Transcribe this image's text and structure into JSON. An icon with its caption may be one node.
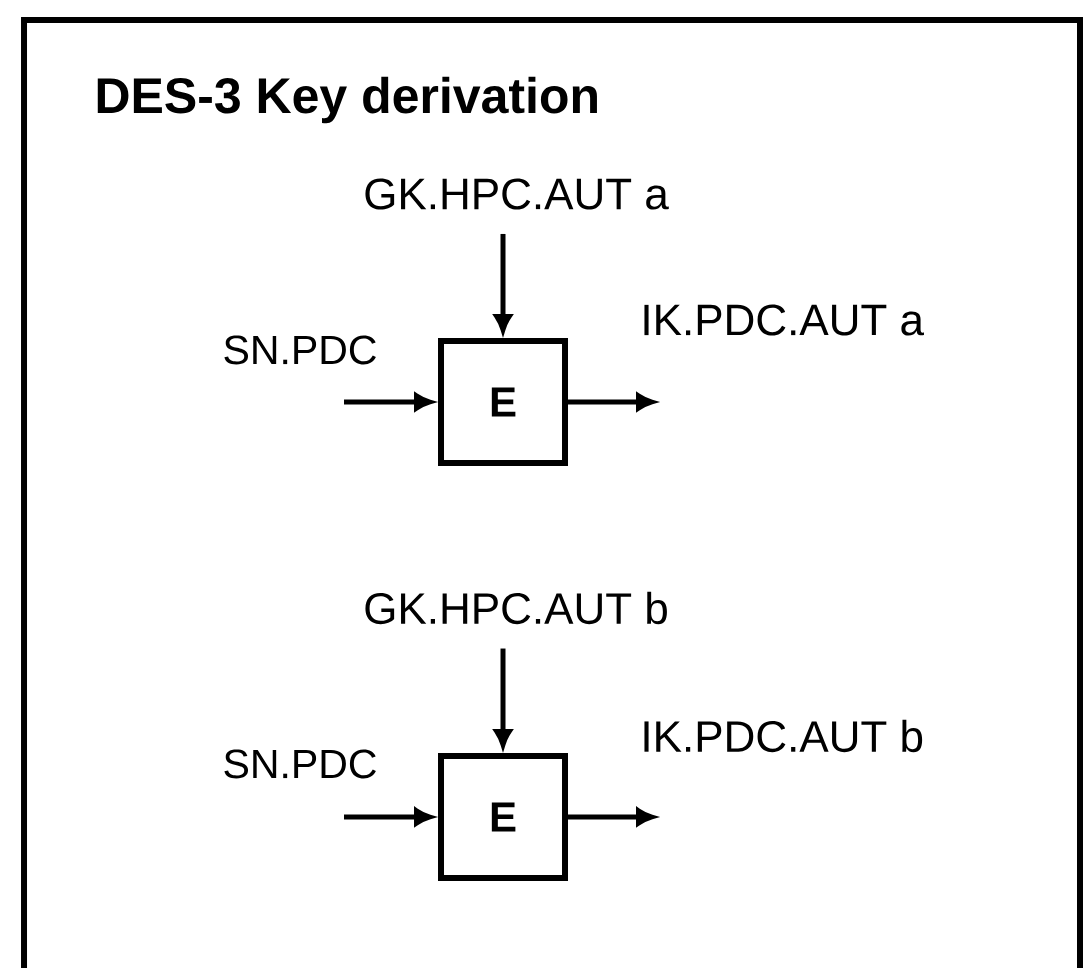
{
  "diagram": {
    "title": "DES-3 Key derivation",
    "nodes": [
      {
        "text": [
          "GK.HPC.AUT a"
        ]
      },
      {
        "text": [
          "IK.PDC.AUT a"
        ]
      },
      {
        "text": [
          "SN.PDC"
        ]
      },
      {
        "text": [
          "E"
        ]
      },
      {
        "text": [
          "GK.HPC.AUT b"
        ]
      },
      {
        "text": [
          "IK.PDC.AUT b"
        ]
      },
      {
        "text": [
          "SN.PDC"
        ]
      },
      {
        "text": [
          "E"
        ]
      }
    ],
    "edges": [
      {
        "from": 0,
        "to": 3,
        "arrow": "to"
      },
      {
        "from": 2,
        "to": 3,
        "arrow": "to"
      },
      {
        "from": 3,
        "to": 1,
        "arrow": "to"
      },
      {
        "from": 4,
        "to": 7,
        "arrow": "to"
      },
      {
        "from": 6,
        "to": 7,
        "arrow": "to"
      },
      {
        "from": 7,
        "to": 5,
        "arrow": "to"
      }
    ]
  }
}
